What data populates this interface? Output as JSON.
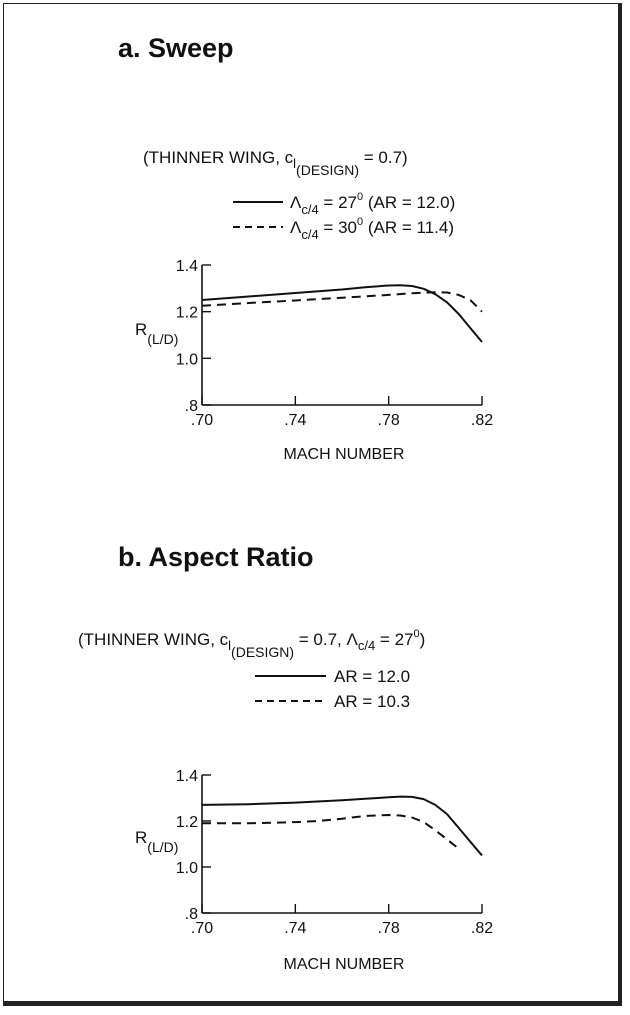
{
  "panels": [
    {
      "title": "a. Sweep",
      "note": {
        "prefix": "(THINNER WING,  c",
        "cl_sub": "l",
        "design_sub": "(DESIGN)",
        "suffix": " = 0.7)",
        "extra_lambda": "",
        "extra_sub": "",
        "extra_value": "",
        "extra_sup": "",
        "extra_close": ""
      },
      "legend": [
        {
          "lambda": "Λ",
          "sub": "c/4",
          "mid": " = 27",
          "sup": "0",
          "tail": " (AR = 12.0)"
        },
        {
          "lambda": "Λ",
          "sub": "c/4",
          "mid": " = 30",
          "sup": "0",
          "tail": " (AR = 11.4)"
        }
      ]
    },
    {
      "title": "b. Aspect Ratio",
      "note": {
        "prefix": "(THINNER WING,  c",
        "cl_sub": "l",
        "design_sub": "(DESIGN)",
        "suffix": " = 0.7,  ",
        "extra_lambda": "Λ",
        "extra_sub": "c/4",
        "extra_value": " = 27",
        "extra_sup": "0",
        "extra_close": ")"
      },
      "legend": [
        {
          "lambda": "",
          "sub": "",
          "mid": "AR = 12.0",
          "sup": "",
          "tail": ""
        },
        {
          "lambda": "",
          "sub": "",
          "mid": "AR = 10.3",
          "sup": "",
          "tail": ""
        }
      ]
    }
  ],
  "chart_data": [
    {
      "type": "line",
      "title": "a. Sweep",
      "xlabel": "MACH NUMBER",
      "ylabel": "R(L/D)",
      "xlim": [
        0.7,
        0.82
      ],
      "ylim": [
        0.8,
        1.4
      ],
      "xticks": [
        0.7,
        0.74,
        0.78,
        0.82
      ],
      "xtick_labels": [
        ".70",
        ".74",
        ".78",
        ".82"
      ],
      "yticks": [
        0.8,
        1.0,
        1.2,
        1.4
      ],
      "ytick_labels": [
        ".8",
        "1.0",
        "1.2",
        "1.4"
      ],
      "grid": false,
      "legend_position": "top",
      "series": [
        {
          "name": "Λc/4 = 27° (AR = 12.0)",
          "style": "solid",
          "x": [
            0.7,
            0.72,
            0.74,
            0.76,
            0.77,
            0.78,
            0.785,
            0.79,
            0.795,
            0.8,
            0.805,
            0.81,
            0.815,
            0.82
          ],
          "y": [
            1.25,
            1.265,
            1.28,
            1.295,
            1.305,
            1.312,
            1.313,
            1.31,
            1.298,
            1.275,
            1.24,
            1.19,
            1.13,
            1.07
          ]
        },
        {
          "name": "Λc/4 = 30° (AR = 11.4)",
          "style": "dashed",
          "x": [
            0.7,
            0.72,
            0.74,
            0.76,
            0.78,
            0.79,
            0.8,
            0.805,
            0.81,
            0.815,
            0.82
          ],
          "y": [
            1.225,
            1.237,
            1.248,
            1.26,
            1.272,
            1.279,
            1.283,
            1.282,
            1.272,
            1.25,
            1.2
          ]
        }
      ]
    },
    {
      "type": "line",
      "title": "b. Aspect Ratio",
      "xlabel": "MACH NUMBER",
      "ylabel": "R(L/D)",
      "xlim": [
        0.7,
        0.82
      ],
      "ylim": [
        0.8,
        1.4
      ],
      "xticks": [
        0.7,
        0.74,
        0.78,
        0.82
      ],
      "xtick_labels": [
        ".70",
        ".74",
        ".78",
        ".82"
      ],
      "yticks": [
        0.8,
        1.0,
        1.2,
        1.4
      ],
      "ytick_labels": [
        ".8",
        "1.0",
        "1.2",
        "1.4"
      ],
      "grid": false,
      "legend_position": "top",
      "series": [
        {
          "name": "AR = 12.0",
          "style": "solid",
          "x": [
            0.7,
            0.72,
            0.74,
            0.76,
            0.77,
            0.78,
            0.785,
            0.79,
            0.795,
            0.8,
            0.805,
            0.81,
            0.815,
            0.82
          ],
          "y": [
            1.27,
            1.273,
            1.28,
            1.29,
            1.297,
            1.303,
            1.306,
            1.305,
            1.295,
            1.27,
            1.23,
            1.17,
            1.11,
            1.05
          ]
        },
        {
          "name": "AR = 10.3",
          "style": "dashed",
          "x": [
            0.7,
            0.72,
            0.74,
            0.75,
            0.76,
            0.77,
            0.78,
            0.785,
            0.79,
            0.795,
            0.8,
            0.805,
            0.81
          ],
          "y": [
            1.19,
            1.19,
            1.195,
            1.2,
            1.21,
            1.222,
            1.226,
            1.224,
            1.215,
            1.195,
            1.16,
            1.12,
            1.08
          ]
        }
      ]
    }
  ]
}
